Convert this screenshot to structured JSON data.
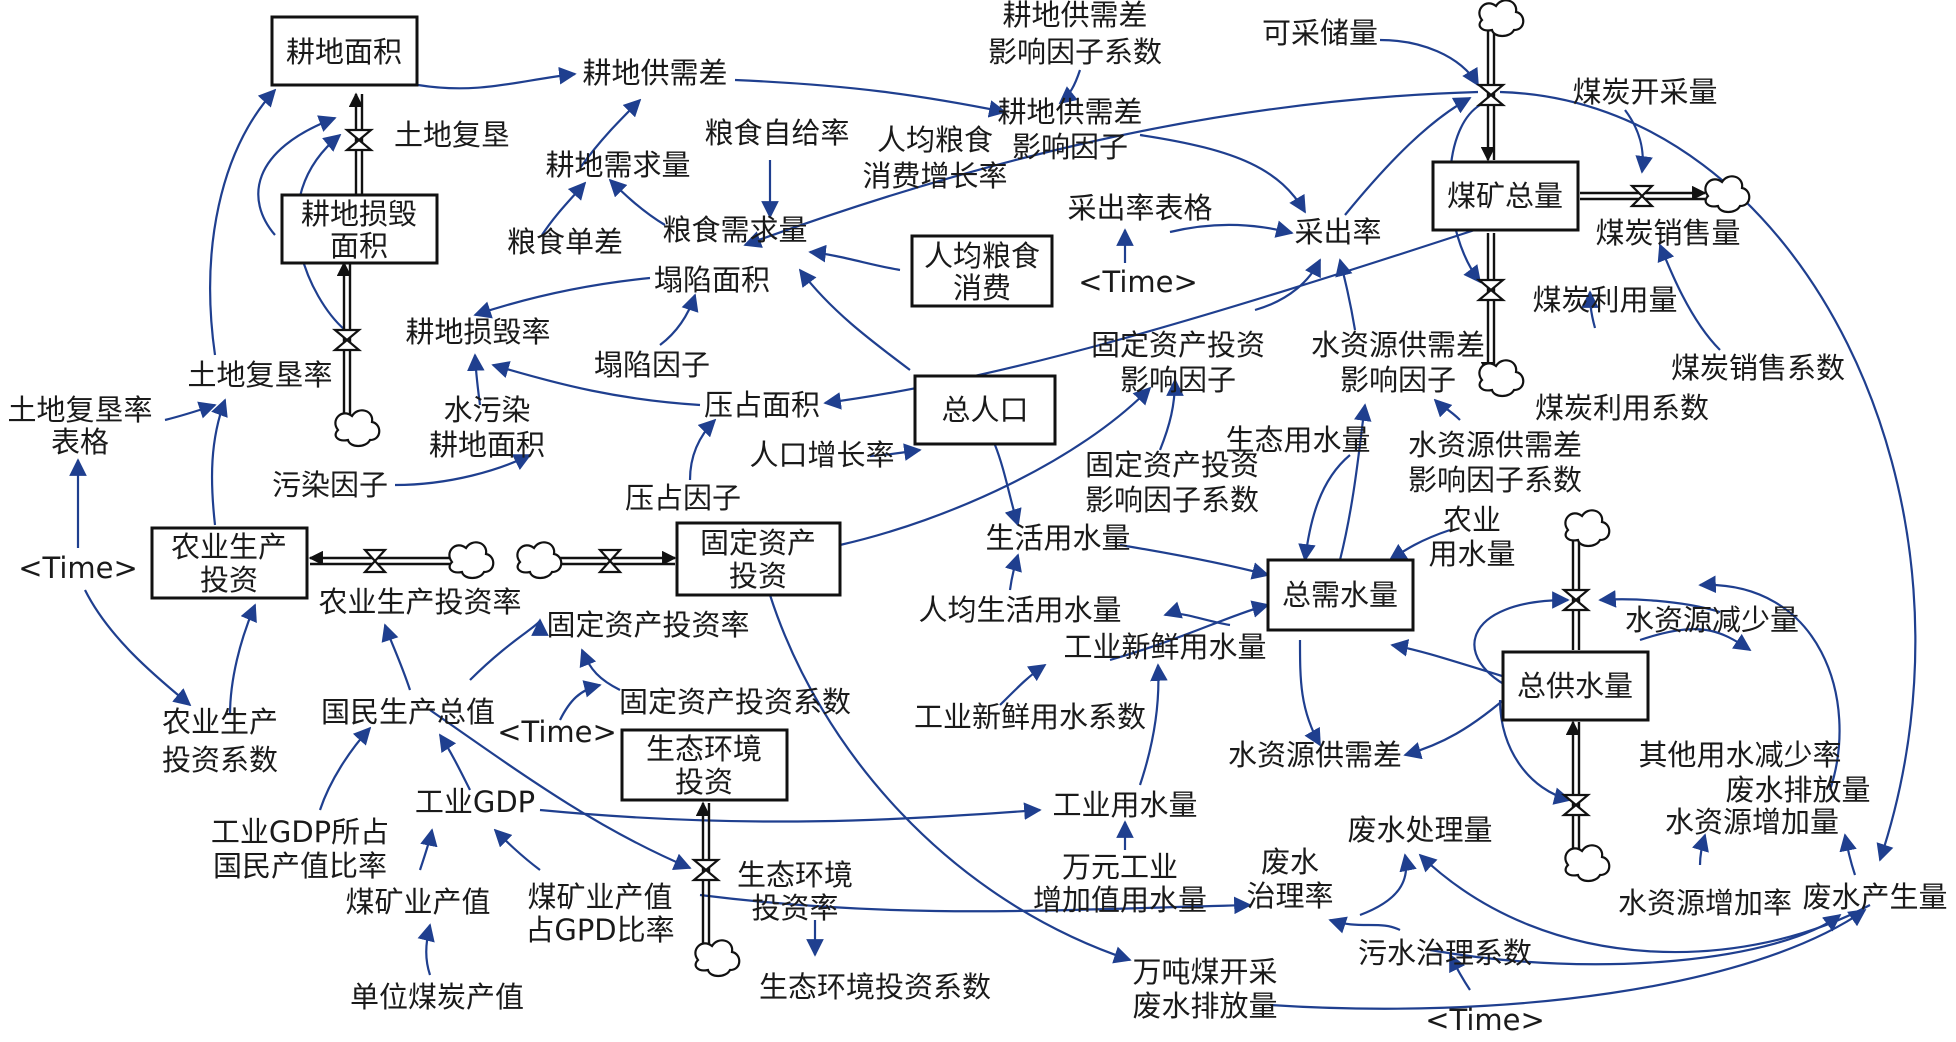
{
  "stocks": {
    "cultivated_area": "耕地面积",
    "damaged_farmland": [
      "耕地损毁",
      "面积"
    ],
    "coal_reserve_total": "煤矿总量",
    "per_capita_grain": [
      "人均粮食",
      "消费"
    ],
    "total_population": "总人口",
    "agri_investment": [
      "农业生产",
      "投资"
    ],
    "fixed_asset": [
      "固定资产",
      "投资"
    ],
    "eco_investment": [
      "生态环境",
      "投资"
    ],
    "total_water_demand": "总需水量",
    "total_water_supply": "总供水量"
  },
  "variables": {
    "land_reclaim": "土地复垦",
    "farmland_supply_demand_gap": "耕地供需差",
    "gap_factor_coef": [
      "耕地供需差",
      "影响因子系数"
    ],
    "gap_factor": [
      "耕地供需差",
      "影响因子"
    ],
    "minable_reserve": "可采储量",
    "coal_mining_volume": "煤炭开采量",
    "grain_self_sufficiency": "粮食自给率",
    "per_capita_grain_growth": [
      "人均粮食",
      "消费增长率"
    ],
    "farmland_demand": "耕地需求量",
    "grain_yield": "粮食单差",
    "grain_demand": "粮食需求量",
    "mining_rate_table": "采出率表格",
    "mining_rate": "采出率",
    "time_1": "<Time>",
    "coal_sales": "煤炭销售量",
    "subsidence_area": "塌陷面积",
    "coal_use": "煤炭利用量",
    "farmland_damage_rate": "耕地损毁率",
    "fixed_asset_factor": [
      "固定资产投资",
      "影响因子"
    ],
    "water_gap_factor": [
      "水资源供需差",
      "影响因子"
    ],
    "subsidence_factor": "塌陷因子",
    "land_reclaim_rate": "土地复垦率",
    "coal_sales_coef": "煤炭销售系数",
    "reclaim_rate_table": [
      "土地复垦率",
      "表格"
    ],
    "occupied_area": "压占面积",
    "water_polluted_farmland": [
      "水污染",
      "耕地面积"
    ],
    "coal_use_coef": "煤炭利用系数",
    "eco_water": "生态用水量",
    "population_growth": "人口增长率",
    "fixed_asset_factor_coef": [
      "固定资产投资",
      "影响因子系数"
    ],
    "water_gap_factor_coef": [
      "水资源供需差",
      "影响因子系数"
    ],
    "pollution_factor": "污染因子",
    "occupation_factor": "压占因子",
    "agri_water": [
      "农业",
      "用水量"
    ],
    "time_2": "<Time>",
    "domestic_water": "生活用水量",
    "agri_invest_rate": "农业生产投资率",
    "per_capita_domestic_water": "人均生活用水量",
    "water_resource_decrease": "水资源减少量",
    "fixed_asset_invest_rate": "固定资产投资率",
    "industrial_fresh_water": "工业新鲜用水量",
    "agri_invest_coef": [
      "农业生产",
      "投资系数"
    ],
    "gnp": "国民生产总值",
    "fixed_asset_invest_coef": "固定资产投资系数",
    "time_3": "<Time>",
    "industrial_fresh_water_coef": "工业新鲜用水系数",
    "water_gap": "水资源供需差",
    "other_water_decrease_rate": "其他用水减少率",
    "wastewater_discharge": "废水排放量",
    "industrial_gdp": "工业GDP",
    "industrial_water": "工业用水量",
    "water_resource_increase": "水资源增加量",
    "industrial_gdp_share": [
      "工业GDP所占",
      "国民产值比率"
    ],
    "wastewater_treated": "废水处理量",
    "wastewater_treatment_rate": [
      "废水",
      "治理率"
    ],
    "water_per_10k_industrial": [
      "万元工业",
      "增加值用水量"
    ],
    "coal_industry_output": "煤矿业产值",
    "coal_industry_share": [
      "煤矿业产值",
      "占GPD比率"
    ],
    "eco_invest_rate": [
      "生态环境",
      "投资率"
    ],
    "water_increase_rate": "水资源增加率",
    "wastewater_generated": "废水产生量",
    "sewage_treatment_coef": "污水治理系数",
    "eco_invest_coef": "生态环境投资系数",
    "unit_coal_output": "单位煤炭产值",
    "wastewater_per_10kt_coal": [
      "万吨煤开采",
      "废水排放量"
    ],
    "time_4": "<Time>"
  }
}
